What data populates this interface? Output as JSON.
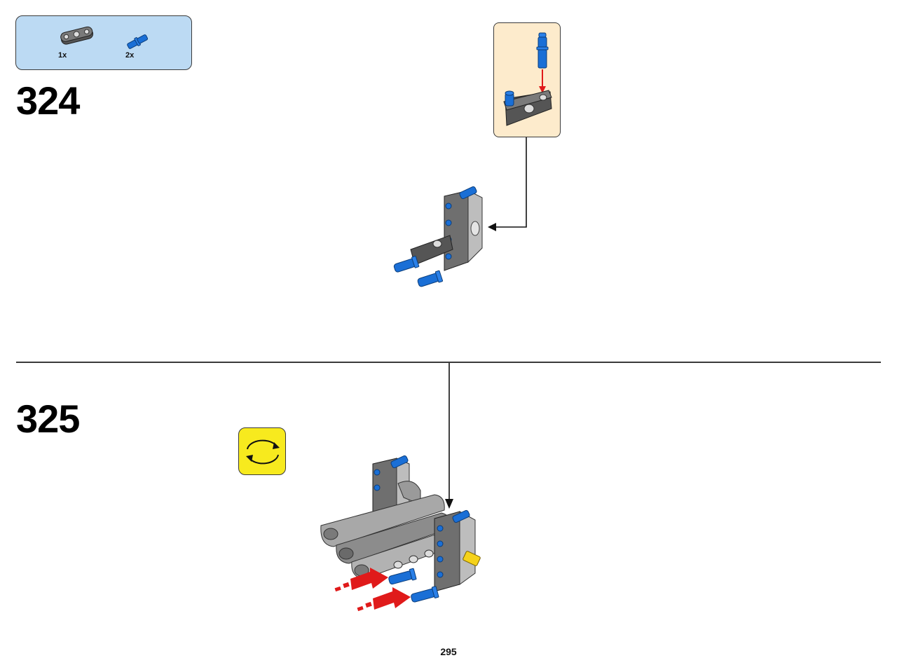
{
  "parts_list": [
    {
      "icon": "beam-part-icon",
      "qty": "1x"
    },
    {
      "icon": "pin-part-icon",
      "qty": "2x"
    }
  ],
  "steps": [
    {
      "number": "324"
    },
    {
      "number": "325"
    }
  ],
  "page_number": "295",
  "colors": {
    "parts_box_bg": "#bcdaf3",
    "callout_bg": "#fdebcc",
    "rotate_bg": "#f7ea1e",
    "pin_blue": "#1a6fd6",
    "beam_gray": "#6f6f6f",
    "arrow_red": "#e01a1a"
  }
}
